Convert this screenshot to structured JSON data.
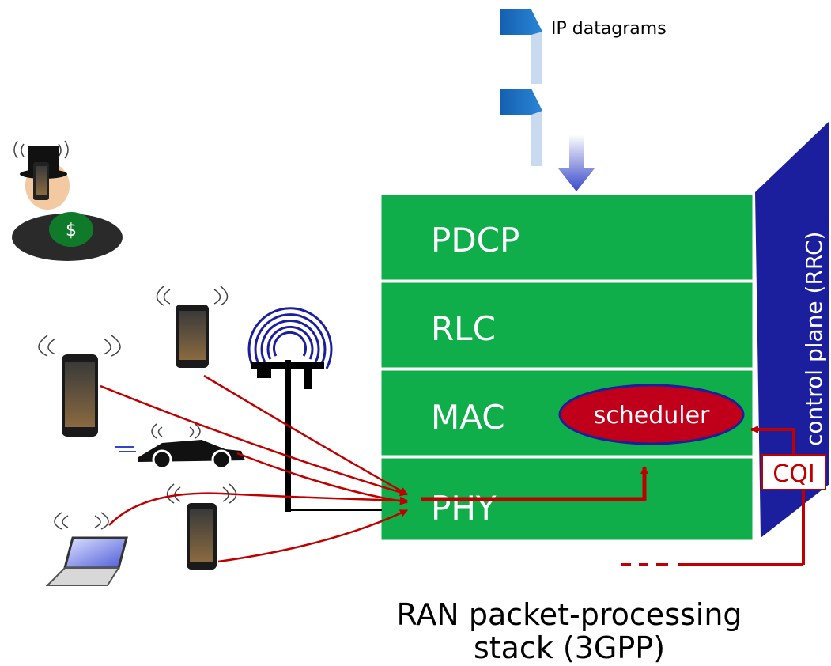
{
  "header": {
    "ip_label": "IP datagrams"
  },
  "stack": {
    "layers": [
      {
        "id": "pdcp",
        "label": "PDCP"
      },
      {
        "id": "rlc",
        "label": "RLC"
      },
      {
        "id": "mac",
        "label": "MAC"
      },
      {
        "id": "phy",
        "label": "PHY"
      }
    ],
    "scheduler_label": "scheduler",
    "control_plane_label": "control plane (RRC)",
    "cqi_label": "CQI"
  },
  "caption": {
    "line1": "RAN packet-processing",
    "line2": "stack (3GPP)"
  },
  "colors": {
    "layer_green": "#0fae4a",
    "control_blue": "#1b1f9e",
    "arrow_red": "#c00000",
    "scheduler_red": "#c0001a",
    "datagram_blue": "#1e6fc0"
  },
  "icons": [
    "smartphone-icon",
    "monopoly-man-icon",
    "car-icon",
    "laptop-icon",
    "cell-tower-icon",
    "radio-waves-icon",
    "datagram-icon",
    "down-arrow-icon"
  ]
}
